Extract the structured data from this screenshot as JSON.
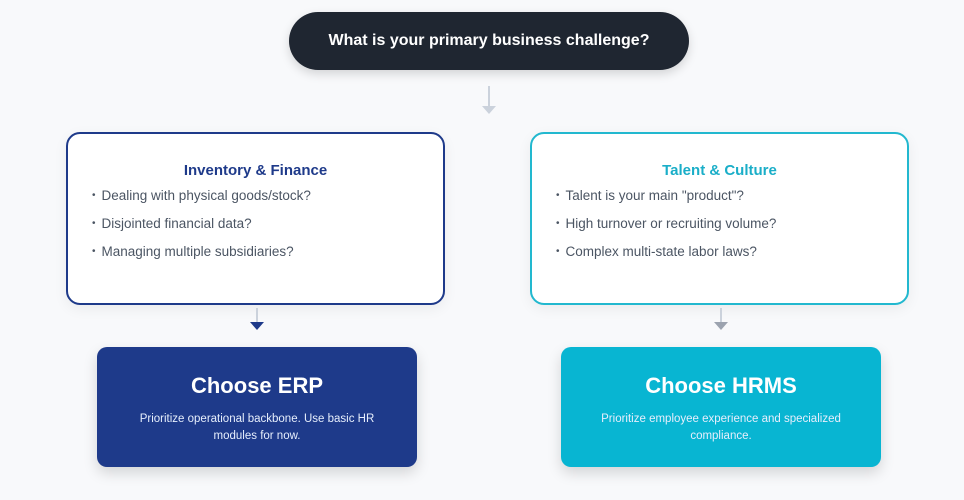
{
  "question": "What is your primary business challenge?",
  "branches": [
    {
      "title": "Inventory & Finance",
      "items": [
        "Dealing with physical goods/stock?",
        "Disjointed financial data?",
        "Managing multiple subsidiaries?"
      ]
    },
    {
      "title": "Talent & Culture",
      "items": [
        "Talent is your main \"product\"?",
        "High turnover or recruiting volume?",
        "Complex multi-state labor laws?"
      ]
    }
  ],
  "results": [
    {
      "title": "Choose ERP",
      "description": "Prioritize operational backbone. Use basic HR modules for now."
    },
    {
      "title": "Choose HRMS",
      "description": "Prioritize employee experience and specialized compliance."
    }
  ],
  "colors": {
    "erp": "#1e3a8a",
    "hrms": "#08b5d2",
    "question_bg": "#1f2631"
  }
}
